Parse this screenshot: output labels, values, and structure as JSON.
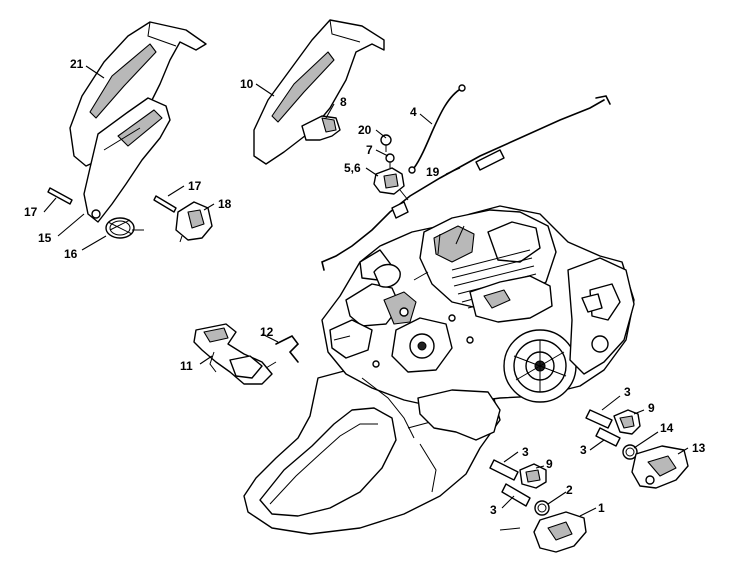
{
  "callouts": {
    "c21": "21",
    "c10": "10",
    "c8": "8",
    "c4": "4",
    "c20": "20",
    "c7": "7",
    "c56": "5,6",
    "c19": "19",
    "c17a": "17",
    "c17b": "17",
    "c18": "18",
    "c15": "15",
    "c16": "16",
    "c12": "12",
    "c11": "11",
    "c3a": "3",
    "c9a": "9",
    "c3b": "3",
    "c14": "14",
    "c13": "13",
    "c3c": "3",
    "c9b": "9",
    "c2": "2",
    "c3d": "3",
    "c1": "1"
  },
  "colors": {
    "line": "#000000",
    "shade": "#b8b8b8",
    "background": "#ffffff"
  }
}
